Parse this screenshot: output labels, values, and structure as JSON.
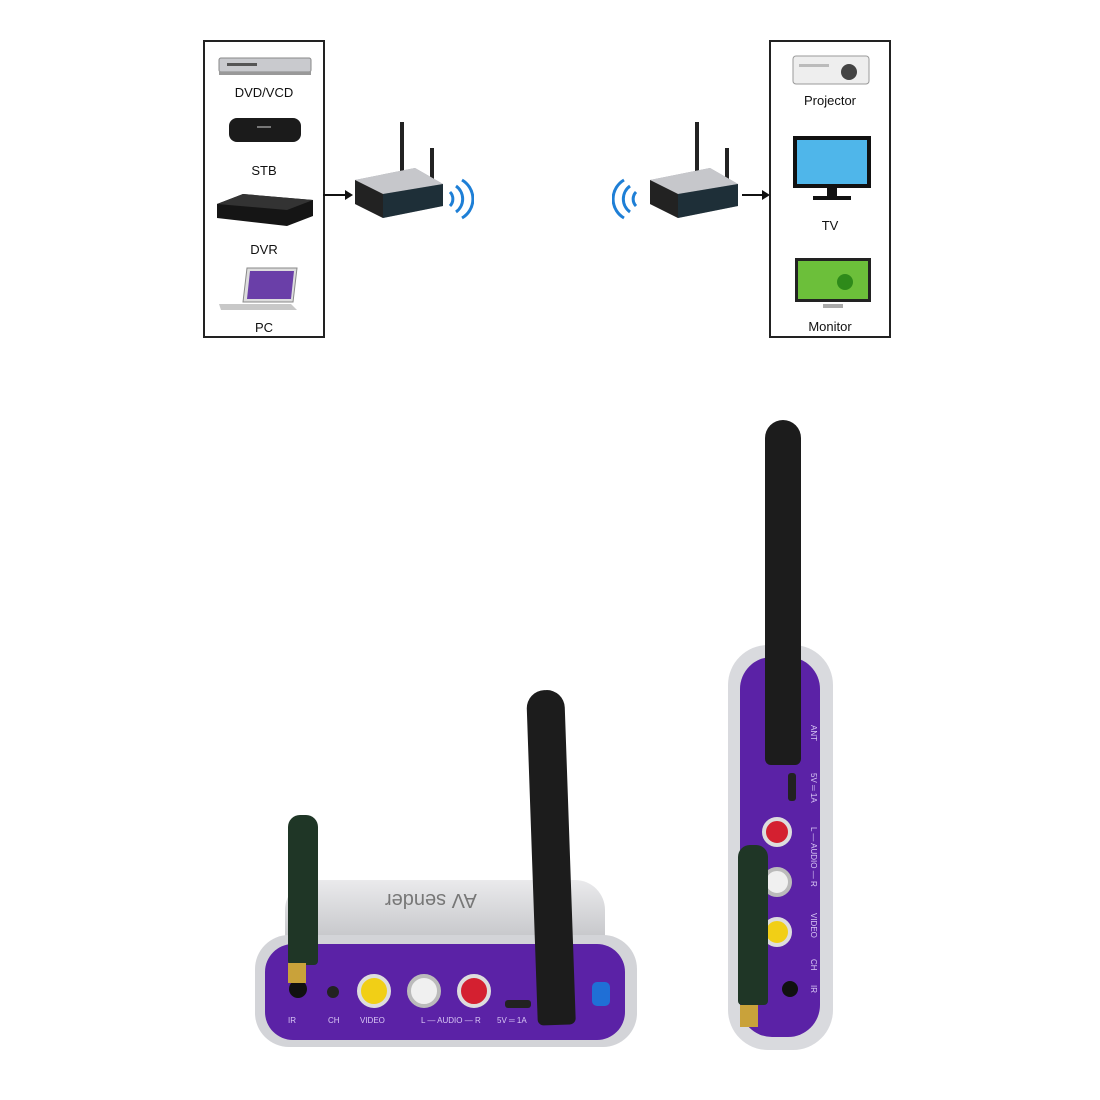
{
  "sources": {
    "items": [
      {
        "label": "DVD/VCD",
        "icon": "dvd-player-icon"
      },
      {
        "label": "STB",
        "icon": "set-top-box-icon"
      },
      {
        "label": "DVR",
        "icon": "dvr-icon"
      },
      {
        "label": "PC",
        "icon": "laptop-icon"
      }
    ]
  },
  "displays": {
    "items": [
      {
        "label": "Projector",
        "icon": "projector-icon"
      },
      {
        "label": "TV",
        "icon": "tv-icon"
      },
      {
        "label": "Monitor",
        "icon": "monitor-icon"
      }
    ]
  },
  "sender": {
    "top_text": "AV sender",
    "ports": {
      "ir": "IR",
      "ch": "CH",
      "video": "VIDEO",
      "audio": "L — AUDIO — R",
      "power": "5V ═ 1A"
    }
  },
  "receiver": {
    "ports": {
      "ant": "ANT",
      "power": "5V ═ 1A",
      "audio": "L — AUDIO — R",
      "video": "VIDEO",
      "ch": "CH",
      "ir": "IR"
    }
  },
  "colors": {
    "panel": "#5b22a6",
    "wifi": "#1e7fd6",
    "body": "#c8c9cc"
  }
}
